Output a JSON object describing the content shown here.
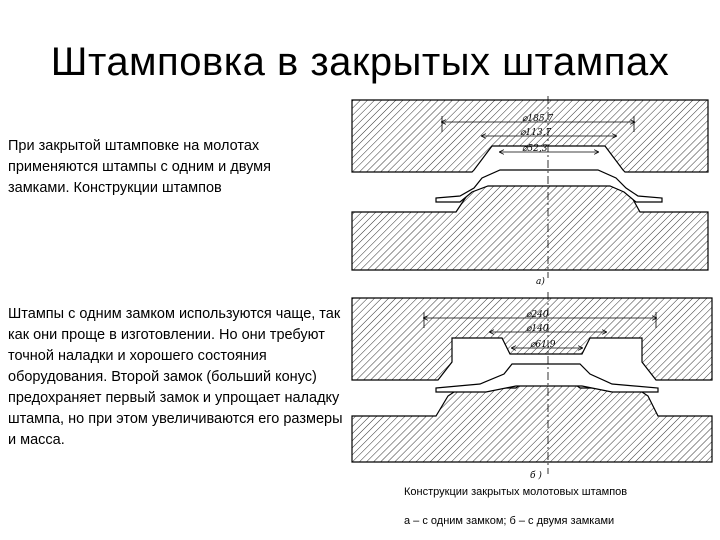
{
  "slide": {
    "title": "Штамповка в закрытых штампах",
    "paragraph1": "При закрытой штамповке на молотах применяются штампы с одним и двумя замками. Конструкции штампов",
    "paragraph2": "Штампы с одним замком используются чаще, так как они проще в изготовлении. Но они требуют точной наладки и хорошего состояния оборудования. Второй замок (больший конус) предохраняет первый замок и упрощает наладку штампа, но при этом увеличиваются его размеры и масса."
  },
  "figure": {
    "top_die": {
      "dim_outer": "⌀185,7",
      "dim_middle": "⌀113,7",
      "dim_inner": "⌀52,3",
      "label": "а)"
    },
    "bottom_die": {
      "dim_outer": "⌀240",
      "dim_middle": "⌀140",
      "dim_inner": "⌀61,9",
      "label": "б )"
    },
    "caption_line1": "Конструкции закрытых молотовых штампов",
    "caption_line2": "а – с одним замком; б – с двумя замками"
  },
  "colors": {
    "text": "#000000",
    "background": "#ffffff",
    "hatch": "#333333"
  }
}
